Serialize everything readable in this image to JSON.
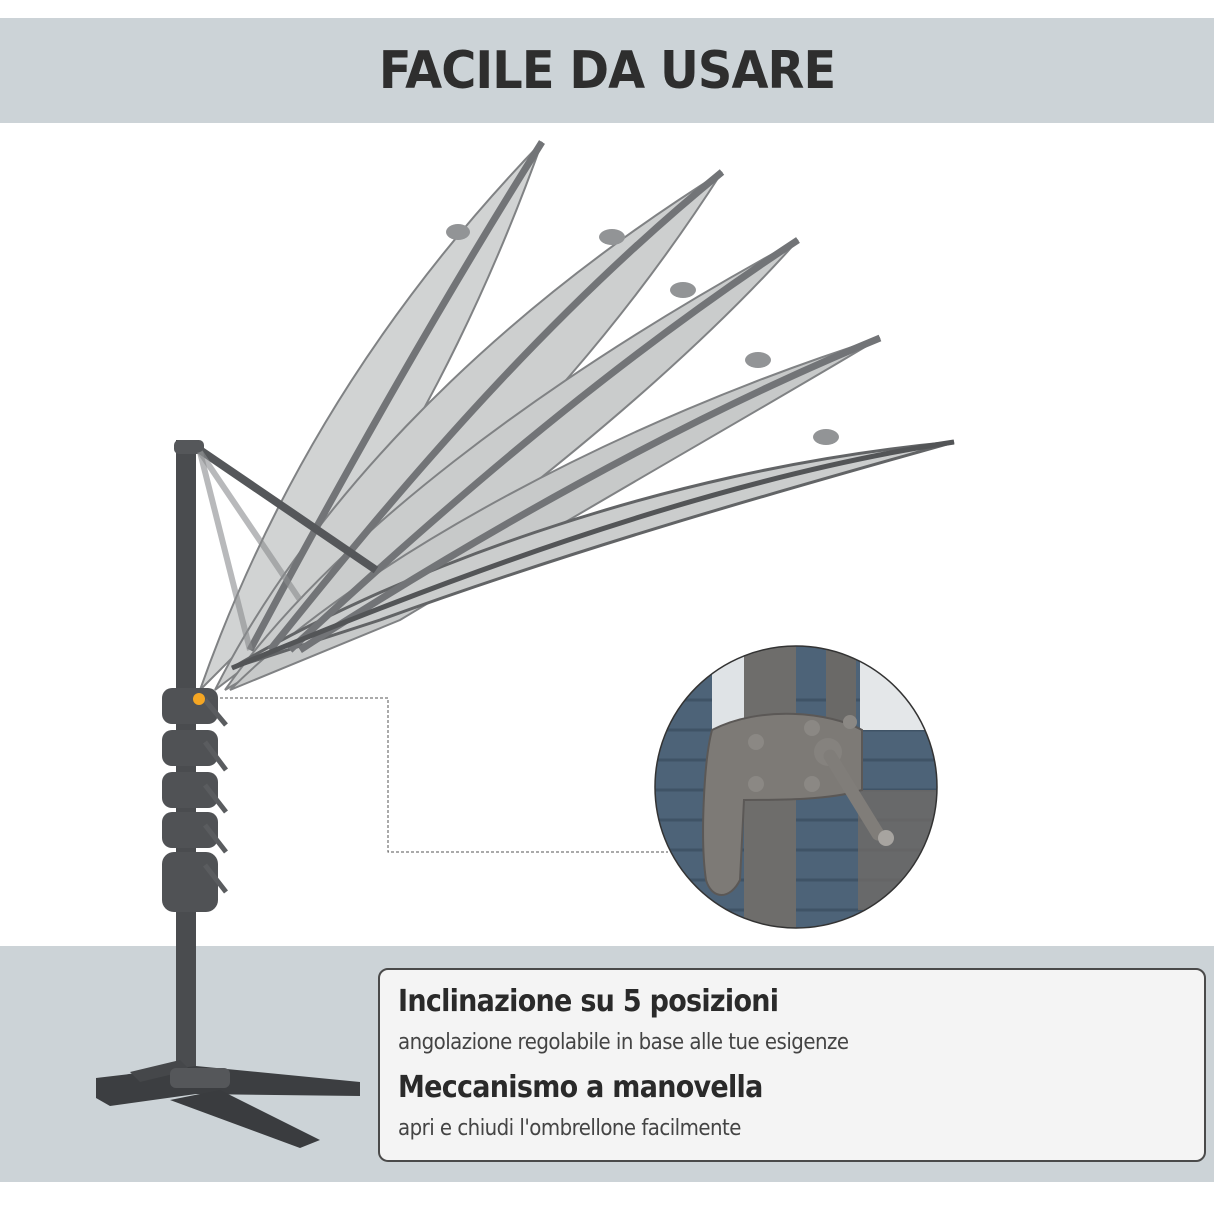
{
  "header": {
    "title": "FACILE DA USARE"
  },
  "features": [
    {
      "title": "Inclinazione su 5 posizioni",
      "description": "angolazione regolabile in base alle tue esigenze"
    },
    {
      "title": "Meccanismo a manovella",
      "description": "apri e chiudi l'ombrellone facilmente"
    }
  ],
  "product_image": {
    "subject": "cantilever-umbrella-5-tilt-positions",
    "canopy_positions": 5,
    "canopy_color": "#c9cbcb",
    "frame_color": "#4a4c4f"
  },
  "detail_inset": {
    "subject": "crank-tilt-mechanism-closeup",
    "marker_color": "#f5a623"
  },
  "colors": {
    "band_background": "#ccd3d7",
    "title_text": "#2e2e2e",
    "box_background": "#f4f4f4",
    "box_border": "#4a4a4a"
  }
}
